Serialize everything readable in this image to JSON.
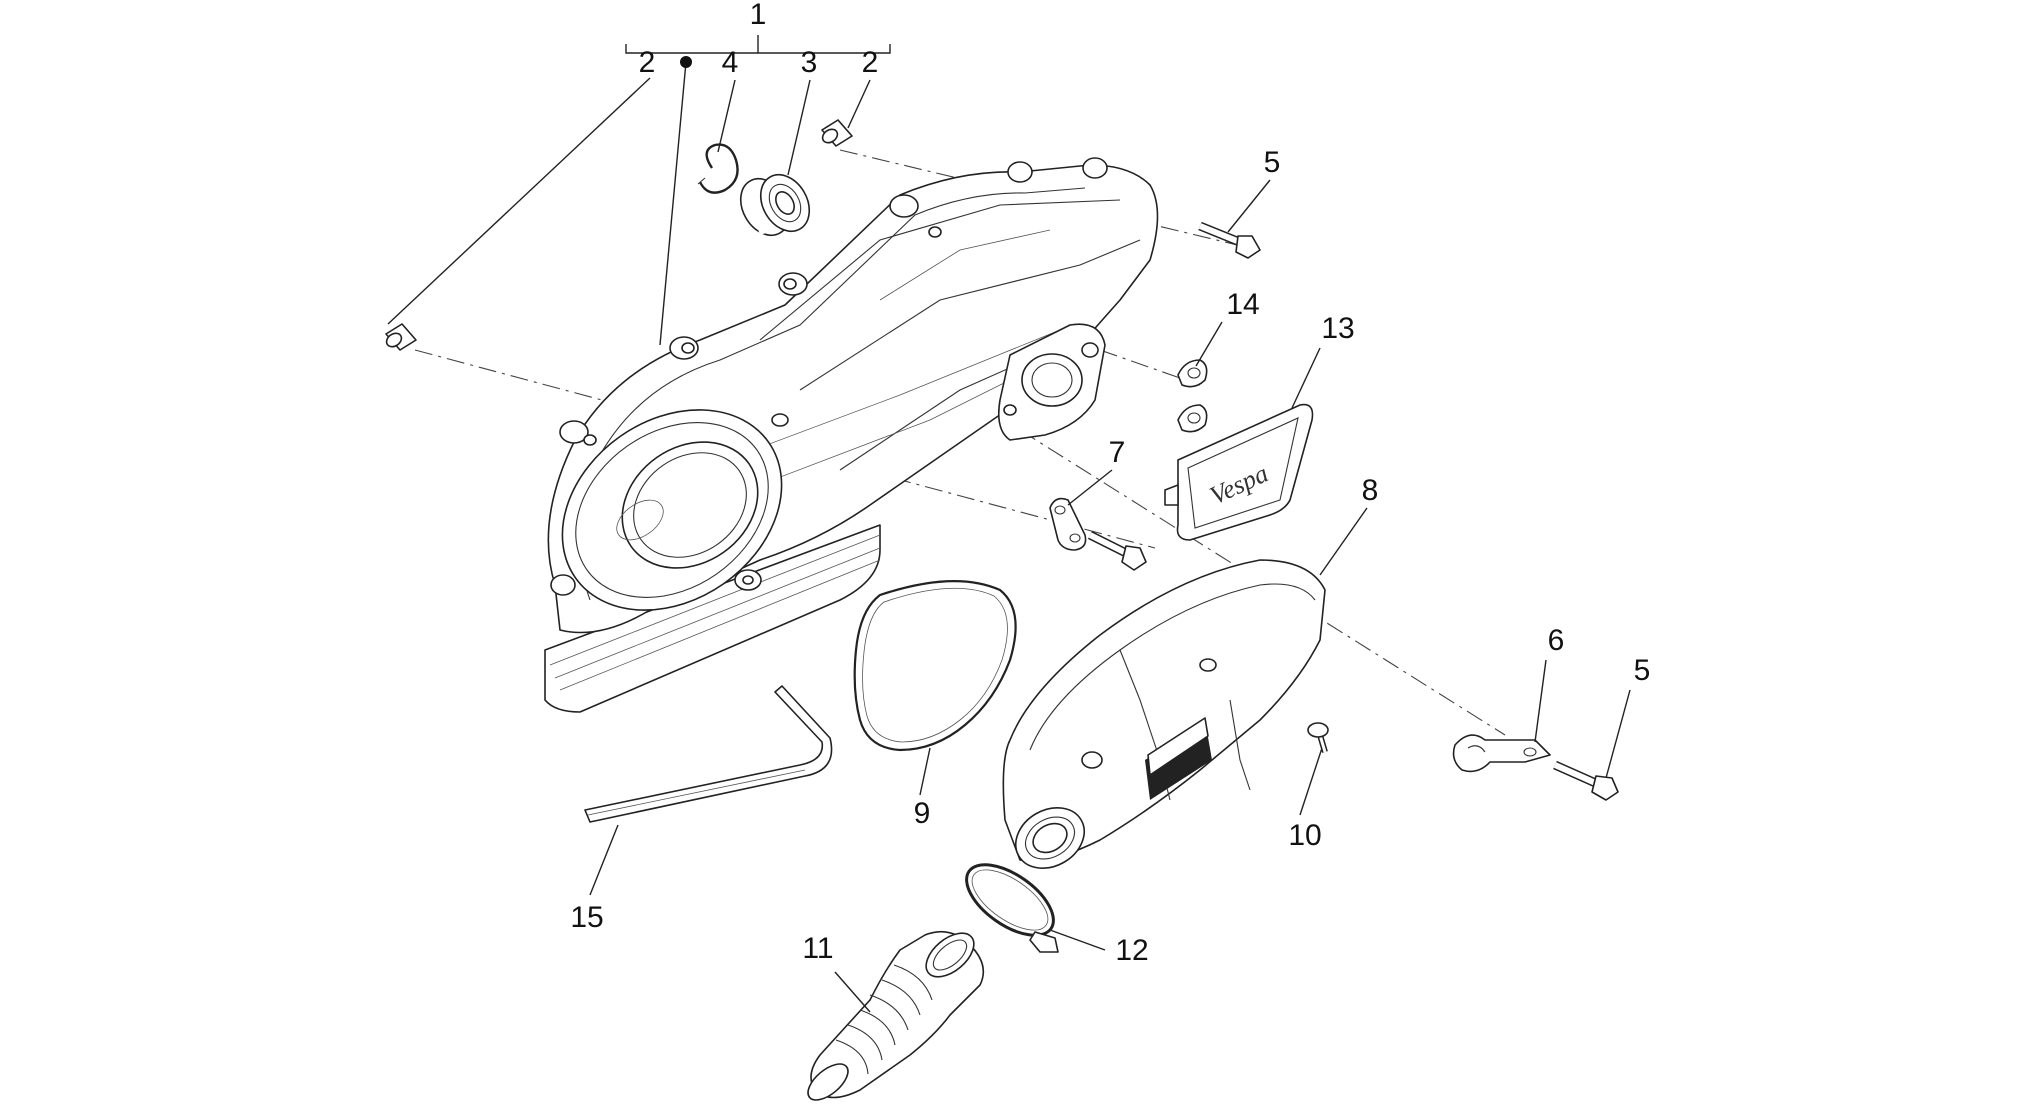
{
  "callouts": {
    "c1": "1",
    "c2a": "2",
    "c4": "4",
    "c3": "3",
    "c2b": "2",
    "c5a": "5",
    "c14": "14",
    "c13": "13",
    "c7": "7",
    "c8": "8",
    "c6": "6",
    "c5b": "5",
    "c9": "9",
    "c10": "10",
    "c15": "15",
    "c11": "11",
    "c12": "12"
  },
  "cover_logo": "Vespa"
}
